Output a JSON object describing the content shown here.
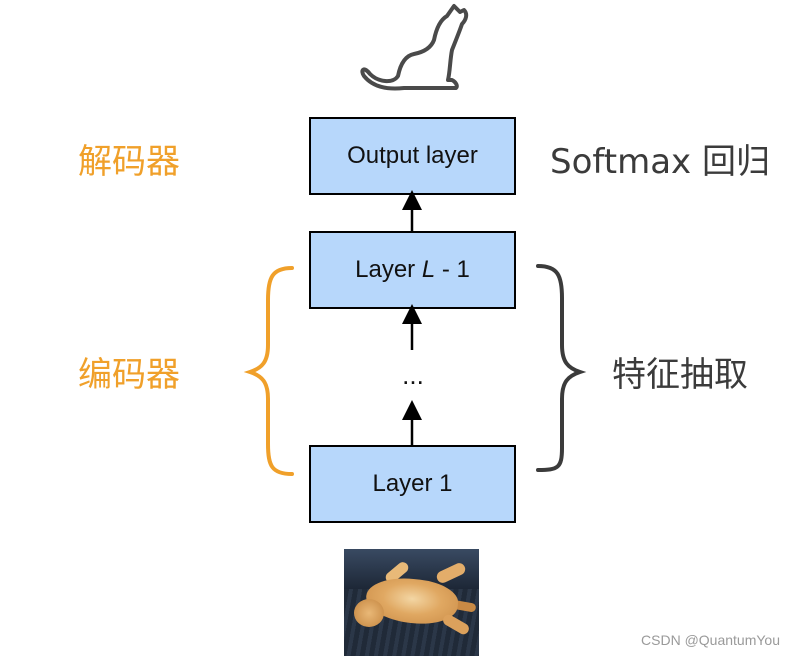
{
  "boxes": {
    "output": "Output layer",
    "layer_l_prefix": "Layer ",
    "layer_l_italic": "L",
    "layer_l_suffix": " - 1",
    "layer_1": "Layer 1"
  },
  "ellipsis": "...",
  "labels": {
    "decoder": "解码器",
    "encoder": "编码器",
    "softmax": "Softmax 回归",
    "feature_extraction": "特征抽取"
  },
  "watermark": "CSDN @QuantumYou",
  "colors": {
    "box_fill": "#b7d7fb",
    "orange_accent": "#f0a02a",
    "dark_gray": "#3b3b3b"
  },
  "icons": {
    "top": "cat-silhouette-icon",
    "bottom": "cat-photo"
  }
}
